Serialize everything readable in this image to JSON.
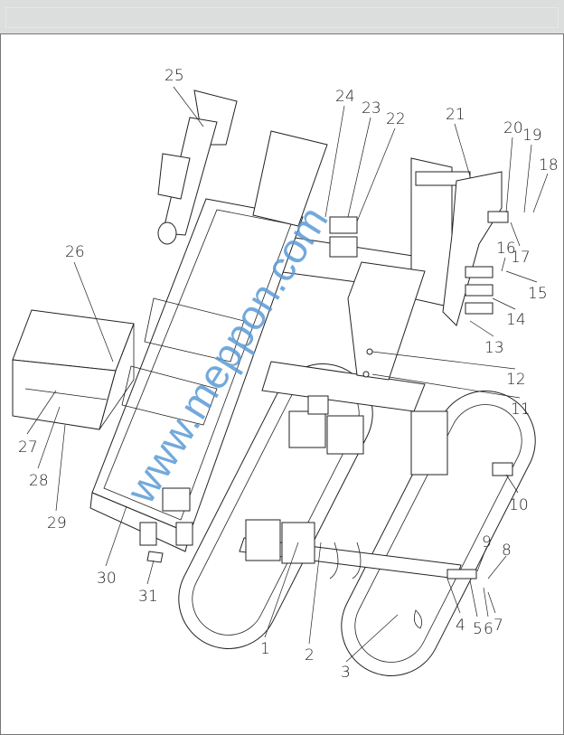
{
  "callouts": [
    "1",
    "2",
    "3",
    "4",
    "5",
    "6",
    "7",
    "8",
    "9",
    "10",
    "11",
    "12",
    "13",
    "14",
    "15",
    "16",
    "17",
    "18",
    "19",
    "20",
    "21",
    "22",
    "23",
    "24",
    "25",
    "26",
    "27",
    "28",
    "29",
    "30",
    "31"
  ],
  "watermark": "www.meppon.com"
}
